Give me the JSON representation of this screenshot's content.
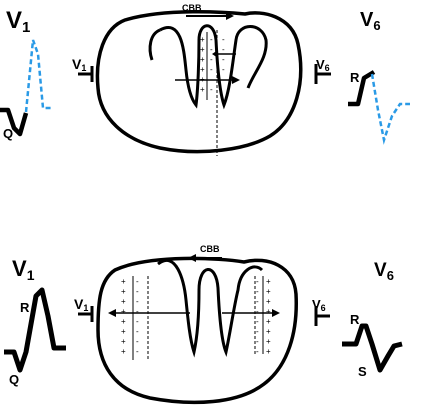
{
  "panel_top": {
    "lead_left": "V",
    "lead_left_sub": "1",
    "lead_right": "V",
    "lead_right_sub": "6",
    "electrode_left": "V",
    "electrode_left_sub": "1",
    "electrode_right": "V",
    "electrode_right_sub": "6",
    "block_label": "CBB",
    "wave_left_label": "Q",
    "wave_right_label": "R",
    "septum_signs": "+ -"
  },
  "panel_bottom": {
    "lead_left": "V",
    "lead_left_sub": "1",
    "lead_right": "V",
    "lead_right_sub": "6",
    "electrode_left": "V",
    "electrode_left_sub": "1",
    "electrode_right": "V",
    "electrode_right_sub": "6",
    "block_label": "CBB",
    "wave_left_label_r": "R",
    "wave_left_label_q": "Q",
    "wave_right_label_r": "R",
    "wave_right_label_s": "S",
    "sign_plus": "+",
    "sign_minus": "-"
  },
  "colors": {
    "stroke": "#000000",
    "dashed_wave": "#2a9ae6"
  }
}
